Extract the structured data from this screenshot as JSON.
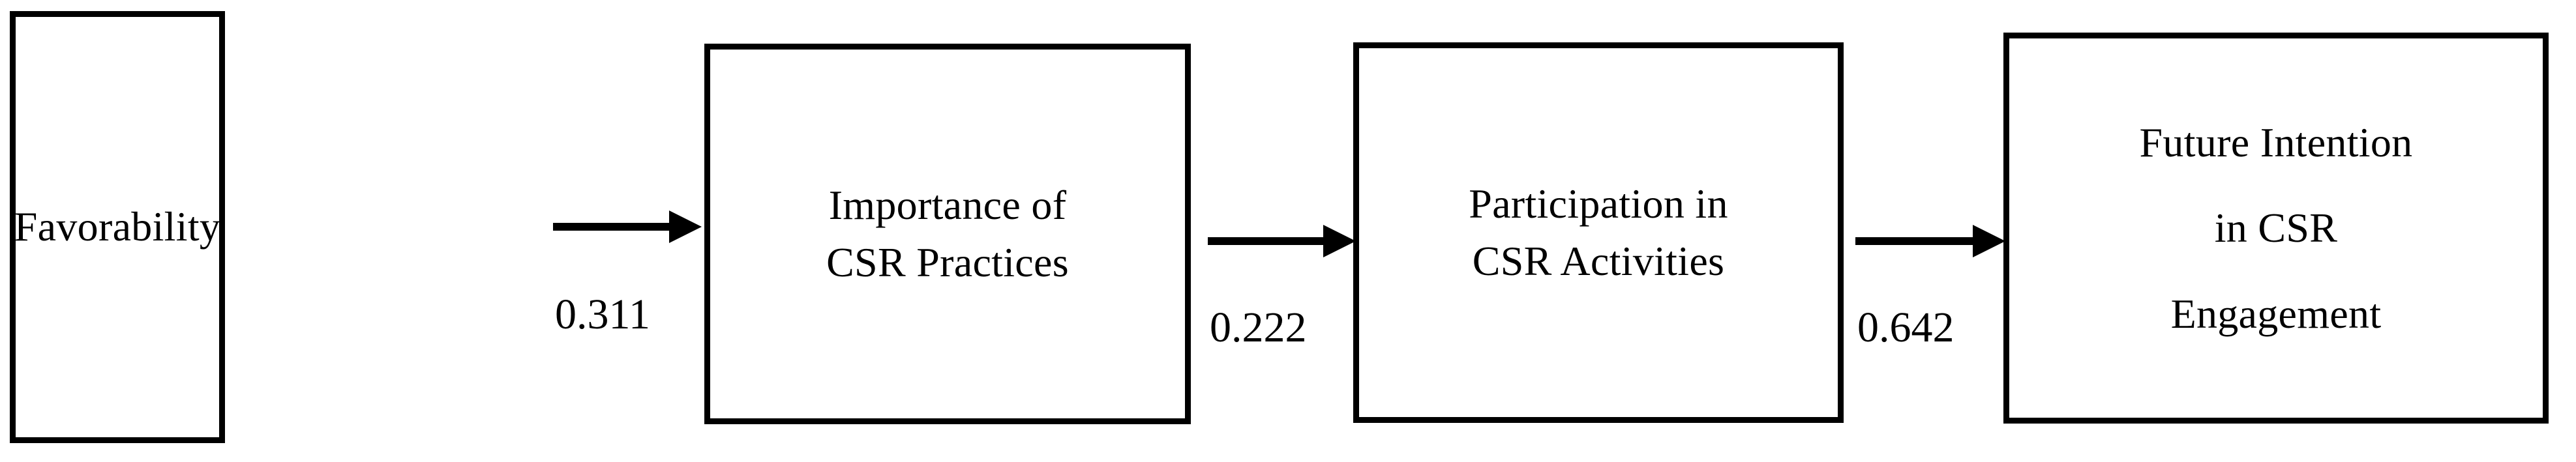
{
  "diagram": {
    "type": "path-model",
    "background_color": "#ffffff",
    "stroke_color": "#000000",
    "nodes": [
      {
        "id": "favorability",
        "lines": [
          "Favorability"
        ]
      },
      {
        "id": "importance-of-csr-practices",
        "lines": [
          "Importance of",
          "CSR Practices"
        ]
      },
      {
        "id": "participation-in-csr-activities",
        "lines": [
          "Participation in",
          "CSR Activities"
        ]
      },
      {
        "id": "future-intention-in-csr-engagement",
        "lines": [
          "Future Intention",
          "in CSR",
          "Engagement"
        ]
      }
    ],
    "edges": [
      {
        "id": "fav-to-imp",
        "from": "favorability",
        "to": "importance-of-csr-practices",
        "coefficient": "0.311"
      },
      {
        "id": "imp-to-par",
        "from": "importance-of-csr-practices",
        "to": "participation-in-csr-activities",
        "coefficient": "0.222"
      },
      {
        "id": "par-to-fut",
        "from": "participation-in-csr-activities",
        "to": "future-intention-in-csr-engagement",
        "coefficient": "0.642"
      }
    ]
  }
}
